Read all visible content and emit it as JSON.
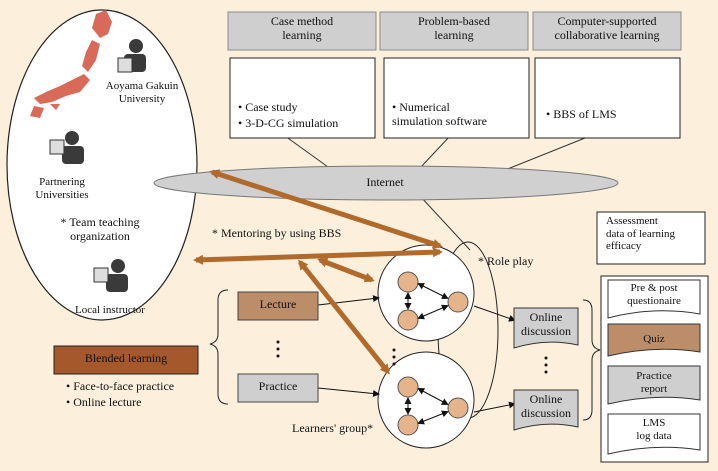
{
  "methods": [
    {
      "title": "Case method\nlearning",
      "items": [
        "• Case study",
        "• 3-D-CG simulation"
      ]
    },
    {
      "title": "Problem-based\nlearning",
      "items": [
        "• Numerical\n  simulation software"
      ]
    },
    {
      "title": "Computer-supported\ncollaborative learning",
      "items": [
        "• BBS of LMS"
      ]
    }
  ],
  "map": {
    "aoyama": "Aoyama Gakuin\nUniversity",
    "partners": "Partnering\nUniversities",
    "team": "* Team teaching\norganization",
    "local": "Local instructor"
  },
  "internet": "Internet",
  "mentoring": "* Mentoring by using BBS",
  "role_play": "* Role play",
  "lecture": "Lecture",
  "practice": "Practice",
  "blended": {
    "title": "Blended learning",
    "items": [
      "• Face-to-face practice",
      "• Online lecture"
    ]
  },
  "discussion": [
    "Online\ndiscussion",
    "Online\ndiscussion"
  ],
  "learners_group": "Learners' group*",
  "assessment": {
    "title": "Assessment\ndata of learning\nefficacy",
    "items": [
      "Pre & post\nquestionaire",
      "Quiz",
      "Practice\nreport",
      "LMS\nlog data"
    ]
  },
  "colors": {
    "background": "#fcf0dc",
    "arrow": "#b06a2c",
    "lecture_box": "#bb8d69",
    "blended_box": "#a5582c",
    "gray_box": "#cfcfcf"
  }
}
